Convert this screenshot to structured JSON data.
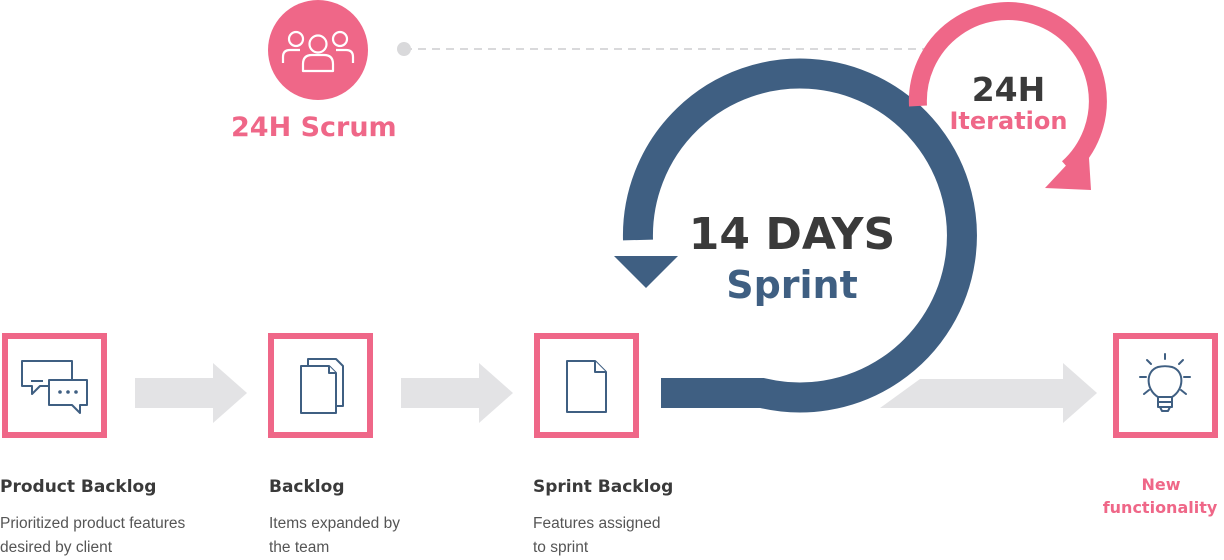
{
  "scrum": {
    "label": "24H Scrum",
    "icon": "team-icon"
  },
  "iteration": {
    "duration": "24H",
    "label": "Iteration"
  },
  "sprint": {
    "duration": "14 DAYS",
    "label": "Sprint"
  },
  "steps": [
    {
      "title": "Product Backlog",
      "desc_line1": "Prioritized product features",
      "desc_line2": "desired by client",
      "icon": "chat-bubbles-icon"
    },
    {
      "title": "Backlog",
      "desc_line1": "Items expanded by",
      "desc_line2": "the team",
      "icon": "documents-icon"
    },
    {
      "title": "Sprint Backlog",
      "desc_line1": "Features assigned",
      "desc_line2": "to sprint",
      "icon": "document-icon"
    },
    {
      "title_line1": "New",
      "title_line2": "functionality",
      "icon": "lightbulb-icon"
    }
  ],
  "colors": {
    "pink": "#ef6788",
    "navy": "#3f5f82",
    "arrow_gray": "#e3e3e5",
    "text_dark": "#3a3a3a",
    "text_gray": "#555555"
  }
}
